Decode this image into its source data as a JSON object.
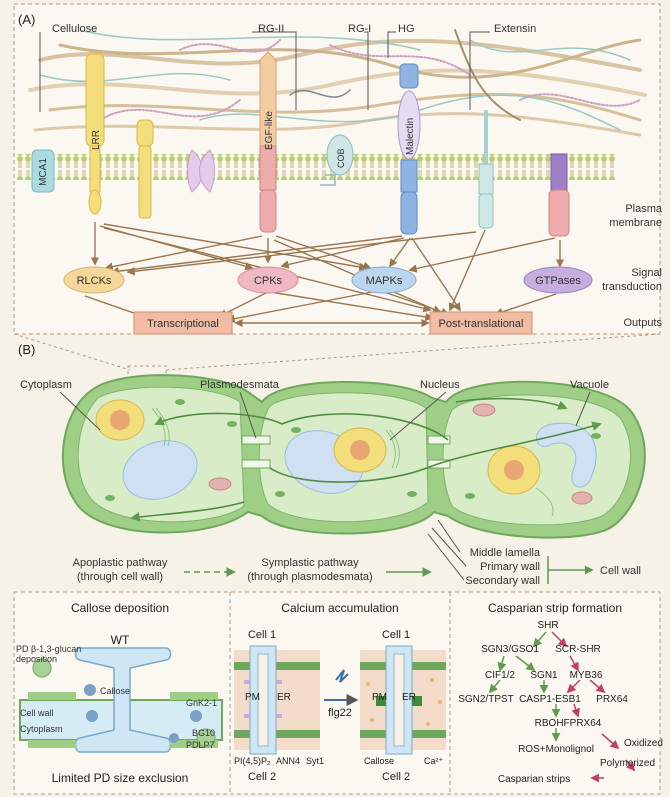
{
  "panel_a": {
    "label": "(A)",
    "wall_labels": {
      "cellulose": "Cellulose",
      "rg2": "RG-II",
      "rg1": "RG-I",
      "hg": "HG",
      "extensin": "Extensin"
    },
    "receptors": {
      "mca1": "MCA1",
      "lrr": "LRR",
      "egf": "EGF-like",
      "cob": "COB",
      "malectin": "Malectin"
    },
    "side_labels": {
      "plasma_membrane_1": "Plasma",
      "plasma_membrane_2": "membrane",
      "signal_1": "Signal",
      "signal_2": "transduction",
      "outputs": "Outputs"
    },
    "signal_nodes": {
      "rlcks": "RLCKs",
      "cpks": "CPKs",
      "mapks": "MAPKs",
      "gtpases": "GTPases"
    },
    "output_nodes": {
      "transcriptional": "Transcriptional",
      "post_translational": "Post-translational"
    }
  },
  "panel_b": {
    "label": "(B)",
    "labels": {
      "cytoplasm": "Cytoplasm",
      "plasmodesmata": "Plasmodesmata",
      "nucleus": "Nucleus",
      "vacuole": "Vacuole"
    },
    "pathways": {
      "apoplastic_1": "Apoplastic pathway",
      "apoplastic_2": "(through cell wall)",
      "symplastic_1": "Symplastic pathway",
      "symplastic_2": "(through plasmodesmata)"
    },
    "wall_layers": {
      "middle_lamella": "Middle lamella",
      "primary_wall": "Primary wall",
      "secondary_wall": "Secondary wall",
      "cell_wall": "Cell wall"
    }
  },
  "callose": {
    "title": "Callose deposition",
    "wt": "WT",
    "pd_glucan_1": "PD β-1,3-glucan",
    "pd_glucan_2": "deposition",
    "callose": "Callose",
    "cell_wall": "Cell wall",
    "cytoplasm": "Cytoplasm",
    "gnk21": "GnK2-1",
    "bg10": "BG10",
    "pdlp7": "PDLP7",
    "caption": "Limited PD size exclusion"
  },
  "calcium": {
    "title": "Calcium accumulation",
    "cell1_left": "Cell 1",
    "cell1_right": "Cell 1",
    "cell2_left": "Cell 2",
    "cell2_right": "Cell 2",
    "pm_left": "PM",
    "er_left": "ER",
    "pm_right": "PM",
    "er_right": "ER",
    "flg22": "flg22",
    "pi45p2": "PI(4,5)P₂",
    "ann4": "ANN4",
    "syt1": "Syt1",
    "callose": "Callose",
    "ca": "Ca²⁺"
  },
  "casparian": {
    "title": "Casparian strip formation",
    "shr": "SHR",
    "sgn3": "SGN3/GSO1",
    "scrshr": "SCR-SHR",
    "cif": "CIF1/2",
    "sgn1": "SGN1",
    "myb36": "MYB36",
    "sgn2": "SGN2/TPST",
    "casp1": "CASP1-ESB1",
    "prx64a": "PRX64",
    "rbohf": "RBOHFPRX64",
    "ros": "ROS+Monolignol",
    "oxidized": "Oxidized",
    "polymerized": "Polymerized",
    "strips": "Casparian strips"
  },
  "colors": {
    "background": "#f7f2e8",
    "panel_border": "#b89a7a",
    "cell_green": "#6ea85c",
    "cytoplasm_green": "#d9ecc8",
    "arrow_brown": "#9a7650",
    "magenta": "#c0406a",
    "rlck_fill": "#f3d79b",
    "cpk_fill": "#f1b9c4",
    "mapk_fill": "#bcd6ee",
    "gtpase_fill": "#c6aede",
    "output_fill": "#f0bca4"
  }
}
